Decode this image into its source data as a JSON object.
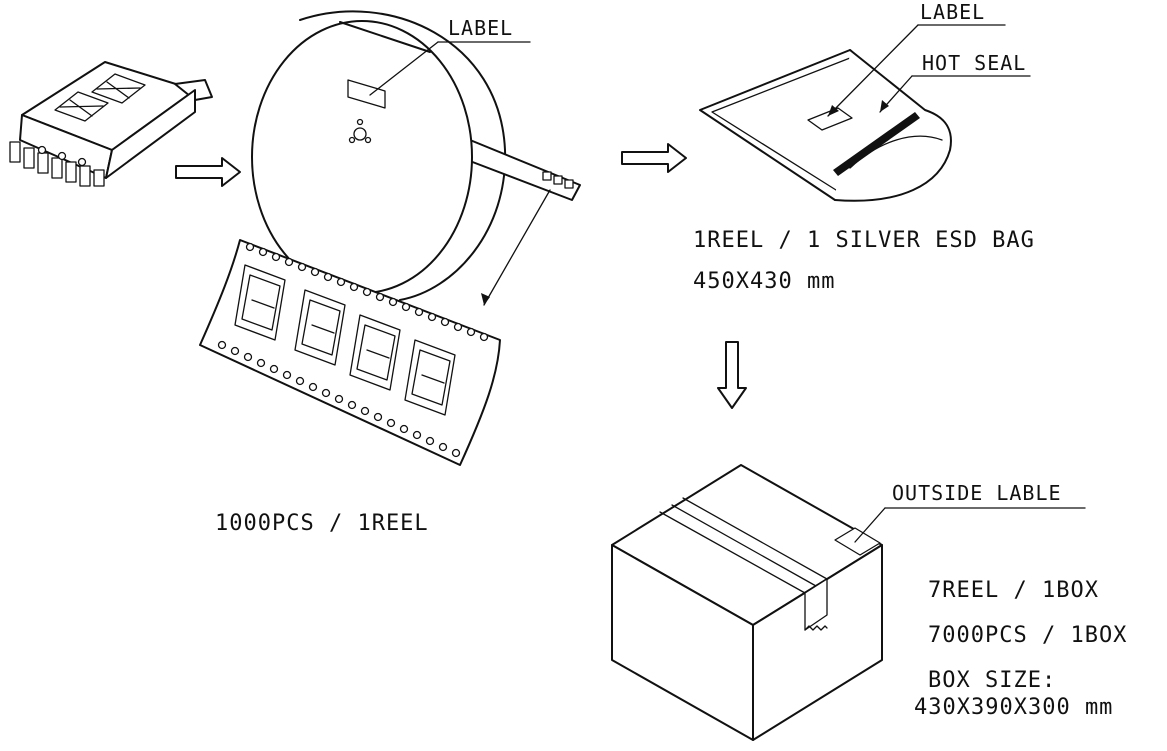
{
  "labels": {
    "reel_label": "LABEL",
    "bag_label": "LABEL",
    "hot_seal": "HOT SEAL",
    "outside_label": "OUTSIDE LABLE"
  },
  "captions": {
    "reel_qty": "1000PCS / 1REEL",
    "bag_line1": "1REEL / 1 SILVER ESD BAG",
    "bag_line2": "450X430 mm",
    "box_reels": "7REEL / 1BOX",
    "box_pcs": "7000PCS / 1BOX",
    "box_size_title": "BOX SIZE:",
    "box_size_value": "430X390X300 mm"
  },
  "colors": {
    "line": "#111111",
    "background": "#ffffff"
  }
}
